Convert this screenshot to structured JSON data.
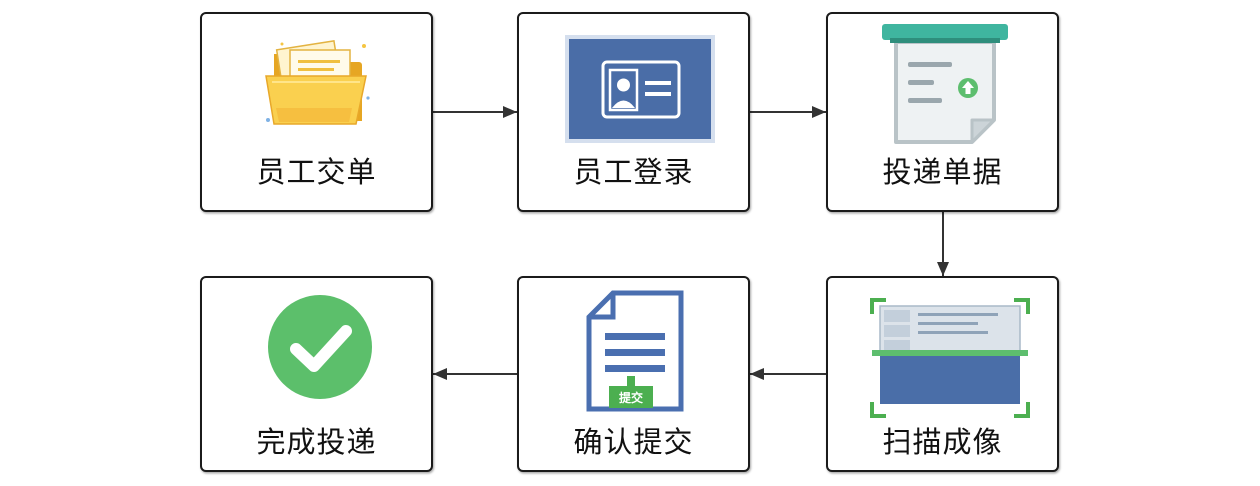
{
  "nodes": [
    {
      "label": "员工交单",
      "icon": "folder-icon"
    },
    {
      "label": "员工登录",
      "icon": "id-card-icon"
    },
    {
      "label": "投递单据",
      "icon": "receipt-document-icon"
    },
    {
      "label": "完成投递",
      "icon": "check-circle-icon"
    },
    {
      "label": "确认提交",
      "icon": "submit-document-icon"
    },
    {
      "label": "扫描成像",
      "icon": "scan-icon"
    }
  ],
  "flow": [
    [
      0,
      1
    ],
    [
      1,
      2
    ],
    [
      2,
      5
    ],
    [
      5,
      4
    ],
    [
      4,
      3
    ]
  ],
  "submit_tag": "提交",
  "colors": {
    "border": "#1b1b1b",
    "arrow": "#333333",
    "folder_yellow": "#FAD04F",
    "card_blue": "#4A6DA7",
    "teal": "#3FB59F",
    "green": "#5DBE6E",
    "doc_gray": "#EEF2F3"
  }
}
